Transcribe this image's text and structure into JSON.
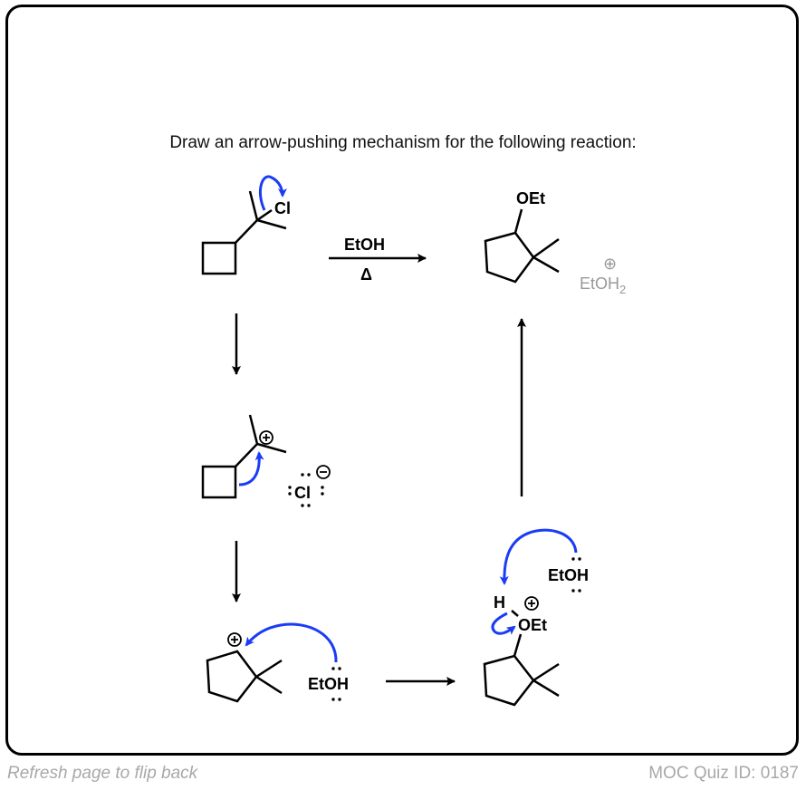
{
  "question": {
    "prompt": "Draw an arrow-pushing mechanism for the following reaction:"
  },
  "reaction": {
    "reagent": "EtOH",
    "condition": "Δ",
    "starting_material_leaving_group": "Cl",
    "product_group": "OEt",
    "byproduct": "EtOH",
    "byproduct_subscript": "2",
    "byproduct_charge": "⊕"
  },
  "mechanism": {
    "step1_counterion": "Cl",
    "step1_cation_charge": "⊕",
    "step1_anion_charge": "⊖",
    "step3_nucleophile": "EtOH",
    "step4_base": "EtOH",
    "step4_proton": "H",
    "step4_oxonium_group": "OEt",
    "step4_oxonium_charge": "⊕",
    "step3_cation_charge": "⊕"
  },
  "colors": {
    "curved_arrow": "#1a3cf5",
    "bond": "#000000",
    "byproduct_text": "#999999",
    "footer_text": "#a8a8a8"
  },
  "footer": {
    "hint": "Refresh page to flip back",
    "quiz_id": "MOC Quiz ID: 0187"
  }
}
